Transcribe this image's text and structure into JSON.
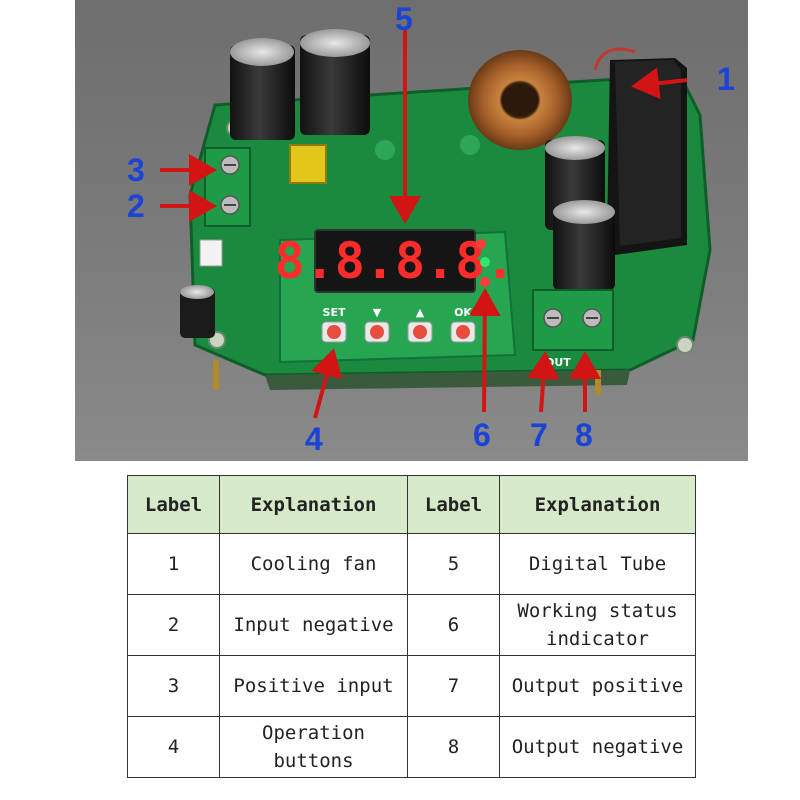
{
  "photo": {
    "callouts": [
      {
        "number": "1",
        "part": "cooling-fan"
      },
      {
        "number": "2",
        "part": "input-negative"
      },
      {
        "number": "3",
        "part": "positive-input"
      },
      {
        "number": "4",
        "part": "operation-buttons"
      },
      {
        "number": "5",
        "part": "digital-tube"
      },
      {
        "number": "6",
        "part": "working-status-indicator"
      },
      {
        "number": "7",
        "part": "output-positive"
      },
      {
        "number": "8",
        "part": "output-negative"
      }
    ],
    "display_reading": "8.8.8.8.",
    "button_labels": [
      "SET",
      "▼",
      "▲",
      "OK"
    ],
    "silkscreen_out": "OUT",
    "colors": {
      "background": "#707070",
      "pcb": "#1f9a47",
      "callout": "#1b43d6",
      "arrow": "#d21414",
      "display_digits": "#ff2c2c"
    }
  },
  "table": {
    "headers": [
      "Label",
      "Explanation",
      "Label",
      "Explanation"
    ],
    "rows": [
      [
        "1",
        "Cooling fan",
        "5",
        "Digital Tube"
      ],
      [
        "2",
        "Input negative",
        "6",
        "Working status indicator"
      ],
      [
        "3",
        "Positive input",
        "7",
        "Output positive"
      ],
      [
        "4",
        "Operation buttons",
        "8",
        "Output negative"
      ]
    ],
    "header_background": "#d6e9c9"
  }
}
